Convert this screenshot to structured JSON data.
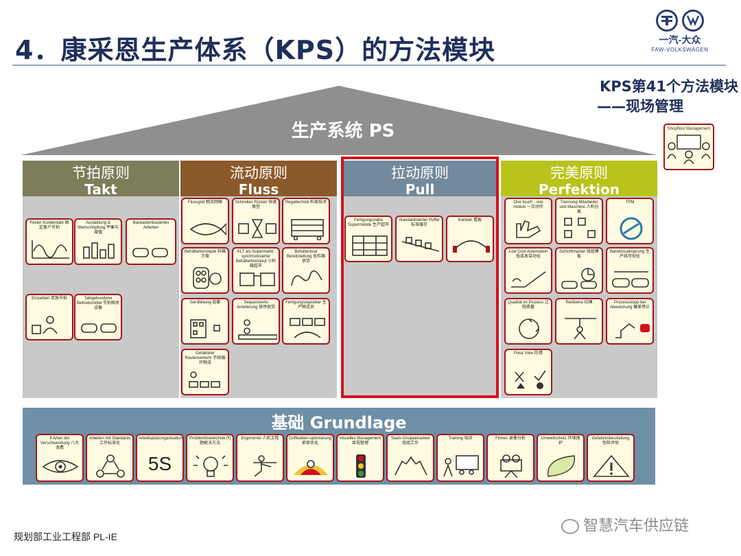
{
  "title": "4．康采恩生产体系（KPS）的方法模块",
  "logo": {
    "cn": "一汽-大众",
    "en": "FAW-VOLKSWAGEN"
  },
  "kps_note": {
    "line1": "KPS第41个方法模块",
    "line2": "——现场管理"
  },
  "shopfloor_card": {
    "label": "Shopfloor Management"
  },
  "roof_label": "生产系统 PS",
  "colors": {
    "takt": "#7d7d5a",
    "fluss": "#8b5a2b",
    "pull": "#73899c",
    "perfektion": "#b8c41c",
    "base": "#6f8fa7",
    "highlight": "#d4101a",
    "card_border": "#a3161a",
    "card_fill": "#fffbe0"
  },
  "columns": {
    "takt": {
      "cn": "节拍原则",
      "de": "Takt",
      "cards": [
        {
          "label": "Fester Kundentakt 固定客户节拍",
          "icon": "sine-graph-icon"
        },
        {
          "label": "Austaktung & Wertschöpfung 平衡与增值",
          "icon": "bar-chart-icon"
        },
        {
          "label": "Baukastenbasiertes Arbeiten",
          "icon": "car-line-icon"
        },
        {
          "label": "Einzeltakt 单独节拍",
          "icon": "worker-icon"
        },
        {
          "label": "Taktgebundene Betriebsmittel 节拍相关设备",
          "icon": "car-line-icon"
        }
      ]
    },
    "fluss": {
      "cn": "流动原则",
      "de": "Fluss",
      "cards": [
        {
          "label": "Flussgrid 物流网格",
          "icon": "fish-flow-icon"
        },
        {
          "label": "Schnelles Rüsten 快速换型",
          "icon": "hourglass-icon"
        },
        {
          "label": "Regaltechnik 料架技术",
          "icon": "rack-icon"
        },
        {
          "label": "Behälterkonzepte 料箱方案",
          "icon": "bin-icon"
        },
        {
          "label": "KLT als Supermarkt, synchronisierter Behälterkreislauf 小料箱超市",
          "icon": "klt-icon"
        },
        {
          "label": "Behälterlose Bereitstellung 无料箱供货",
          "icon": "spiral-icon"
        },
        {
          "label": "Set-Bildung 组套",
          "icon": "set-icon"
        },
        {
          "label": "Sequenzierte Anlieferung 排序供货",
          "icon": "sequence-icon"
        },
        {
          "label": "Fertigungslogistiker 生产物流员",
          "icon": "logistics-icon"
        },
        {
          "label": "Getakteter Routenverkehr 节拍循环物流",
          "icon": "train-icon"
        }
      ]
    },
    "pull": {
      "cn": "拉动原则",
      "de": "Pull",
      "cards": [
        {
          "label": "Fertigungsnahe Supermärkte 生产超市",
          "icon": "shelf-icon"
        },
        {
          "label": "Standardisierter Puffer 标准缓存",
          "icon": "buffer-icon"
        },
        {
          "label": "Kanban 看板",
          "icon": "kanban-icon"
        }
      ]
    },
    "perfektion": {
      "cn": "完美原则",
      "de": "Perfektion",
      "cards": [
        {
          "label": "One touch - one motion 一次动作",
          "icon": "hand-icon"
        },
        {
          "label": "Trennung Mitarbeiter und Maschine 人机分离",
          "icon": "flow-icon"
        },
        {
          "label": "TPM",
          "icon": "tpm-icon"
        },
        {
          "label": "Low Cost Automation 低成本自动化",
          "icon": "ramp-icon"
        },
        {
          "label": "Schichtmaster 班组模板",
          "icon": "pie-icon"
        },
        {
          "label": "Bandvisualisierung 生产线可视化",
          "icon": "line-icon"
        },
        {
          "label": "Qualität im Prozess 过程质量",
          "icon": "cycle-icon"
        },
        {
          "label": "Reißleine 拉绳",
          "icon": "rope-icon"
        },
        {
          "label": "Prozessstopp bei Abweichung 偏差停止",
          "icon": "robot-icon"
        },
        {
          "label": "Poka Yoke 防错",
          "icon": "pokayoke-icon"
        }
      ]
    }
  },
  "base": {
    "label": "基础 Grundlage",
    "cards": [
      {
        "label": "8 Arten der Verschwendung 八大浪费",
        "big": "",
        "icon": "eye-icon"
      },
      {
        "label": "Arbeiten mit Standards 工作标准化",
        "big": "",
        "icon": "cycle-123-icon"
      },
      {
        "label": "Arbeitsplatzorganisation",
        "big": "5S",
        "icon": ""
      },
      {
        "label": "Problemlösetechnik 问题解决方法",
        "big": "",
        "icon": "bulb-icon"
      },
      {
        "label": "Ergonomie 人机工程",
        "big": "",
        "icon": "ergo-icon"
      },
      {
        "label": "Griffweiten-optimierung 抓取优化",
        "big": "",
        "icon": "reach-icon"
      },
      {
        "label": "Visuelles Management 目视管理",
        "big": "",
        "icon": "traffic-light-icon"
      },
      {
        "label": "Team-/Gruppenarbeit 班组工作",
        "big": "",
        "icon": "hands-icon"
      },
      {
        "label": "Training 培训",
        "big": "",
        "icon": "training-icon"
      },
      {
        "label": "Filmen 录像分析",
        "big": "",
        "icon": "camera-icon"
      },
      {
        "label": "Umweltschutz 环境保护",
        "big": "",
        "icon": "leaf-icon"
      },
      {
        "label": "Gefahrenbeurteilung 危险评估",
        "big": "",
        "icon": "warning-icon"
      }
    ]
  },
  "footer": "规划部工业工程部 PL-IE",
  "watermark": "智慧汽车供应链"
}
